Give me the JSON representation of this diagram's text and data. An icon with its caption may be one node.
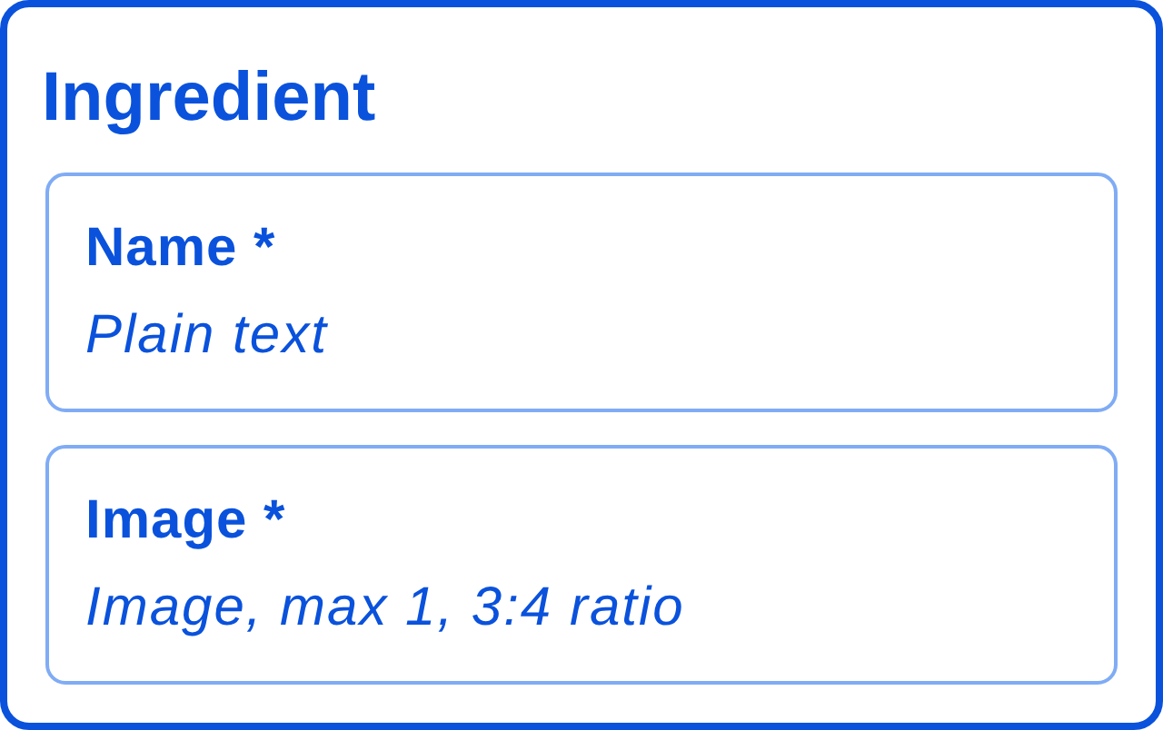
{
  "diagram": {
    "nodes": [
      {
        "text": [
          "Ingredient"
        ]
      },
      {
        "text": [
          "Name *",
          "Plain text"
        ],
        "in": 0
      },
      {
        "text": [
          "Image *",
          "Image, max 1, 3:4 ratio"
        ],
        "in": 0
      }
    ]
  }
}
